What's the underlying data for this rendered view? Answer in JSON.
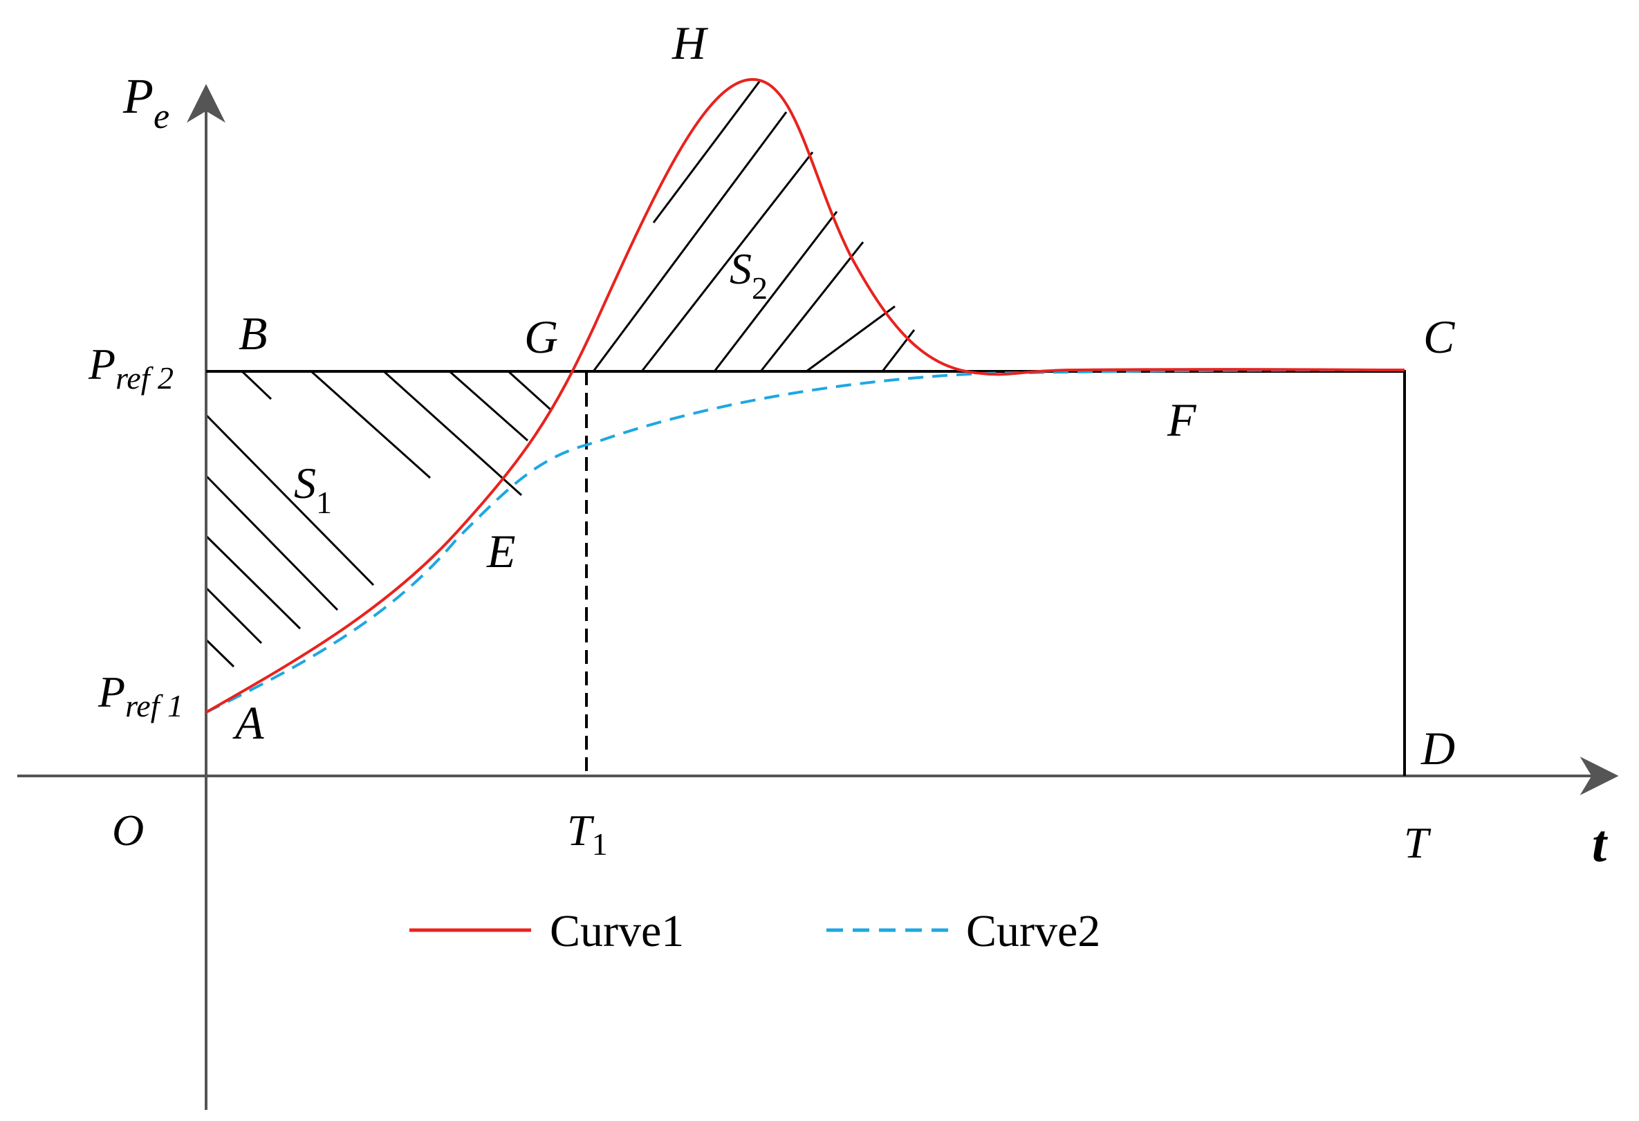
{
  "axes": {
    "y_label": "P",
    "y_label_sub": "e",
    "x_label": "t",
    "origin": "O"
  },
  "levels": {
    "pref1": "P",
    "pref1_sub": "ref 1",
    "pref2": "P",
    "pref2_sub": "ref 2"
  },
  "points": {
    "A": "A",
    "B": "B",
    "C": "C",
    "D": "D",
    "E": "E",
    "F": "F",
    "G": "G",
    "H": "H"
  },
  "times": {
    "t1": "T",
    "t1_sub": "1",
    "t_end": "T"
  },
  "areas": {
    "s1": "S",
    "s1_sub": "1",
    "s2": "S",
    "s2_sub": "2"
  },
  "legend": [
    {
      "label": "Curve1",
      "color": "#e8231e",
      "dash": "solid"
    },
    {
      "label": "Curve2",
      "color": "#1ea7e1",
      "dash": "dashed"
    }
  ],
  "colors": {
    "axis": "#555555",
    "frame": "#000000",
    "hatch": "#000000"
  }
}
